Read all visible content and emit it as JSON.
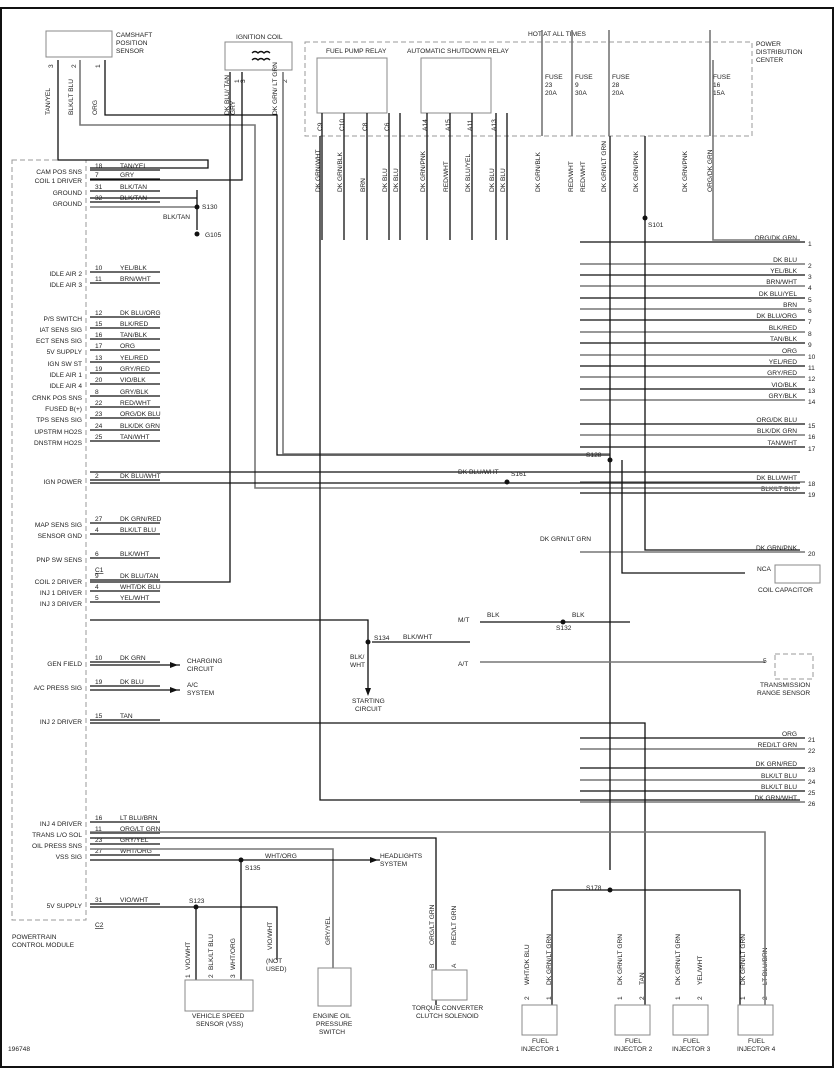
{
  "diagram_id": "196748",
  "components": {
    "camshaft_sensor": {
      "label": [
        "CAMSHAFT",
        "POSITION",
        "SENSOR"
      ],
      "pins": [
        {
          "pin": "3",
          "wire": "TAN/YEL"
        },
        {
          "pin": "2",
          "wire": "BLK/LT BLU"
        },
        {
          "pin": "1",
          "wire": "ORG"
        }
      ]
    },
    "ignition_coil": {
      "label": "IGNITION COIL",
      "pins": [
        {
          "pin": "1",
          "wire": "DK BLU/ TAN"
        },
        {
          "pin": "3",
          "wire": "GRY"
        },
        {
          "pin": "2",
          "wire": "DK GRN/ LT GRN"
        }
      ]
    },
    "fuel_pump_relay": {
      "label": "FUEL PUMP RELAY",
      "pins": [
        {
          "pin": "C9",
          "wire": "DK GRN/WHT"
        },
        {
          "pin": "C10",
          "wire": "DK GRN/BLK"
        },
        {
          "pin": "C8",
          "wire": "BRN"
        },
        {
          "pin": "C6",
          "wire": "DK BLU"
        },
        {
          "pin": "",
          "wire": "DK BLU"
        }
      ]
    },
    "asd_relay": {
      "label": "AUTOMATIC SHUTDOWN RELAY",
      "pins": [
        {
          "pin": "A14",
          "wire": "DK GRN/PNK"
        },
        {
          "pin": "A15",
          "wire": "RED/WHT"
        },
        {
          "pin": "A11",
          "wire": "DK BLU/YEL"
        },
        {
          "pin": "A13",
          "wire": "DK BLU"
        },
        {
          "pin": "",
          "wire": "DK BLU"
        }
      ]
    },
    "pdc": {
      "label": [
        "POWER",
        "DISTRIBUTION",
        "CENTER"
      ],
      "hot_label": "HOT AT ALL TIMES",
      "fuses": [
        {
          "name": "FUSE",
          "num": "23",
          "amps": "20A"
        },
        {
          "name": "FUSE",
          "num": "9",
          "amps": "30A"
        },
        {
          "name": "FUSE",
          "num": "28",
          "amps": "20A"
        },
        {
          "name": "FUSE",
          "num": "16",
          "amps": "15A"
        }
      ],
      "wires": [
        "DK GRN/BLK",
        "RED/WHT",
        "RED/WHT",
        "DK GRN/LT GRN",
        "DK GRN/PNK",
        "DK GRN/PNK",
        "ORG/DK GRN"
      ]
    },
    "pcm": {
      "label": [
        "POWERTRAIN",
        "CONTROL MODULE"
      ],
      "connector_c1": "C1",
      "connector_c2": "C2"
    },
    "vss": {
      "label": [
        "VEHICLE SPEED",
        "SENSOR (VSS)"
      ],
      "pins": [
        {
          "pin": "1",
          "wire": "VIO/WHT"
        },
        {
          "pin": "2",
          "wire": "BLK/LT BLU"
        },
        {
          "pin": "3",
          "wire": "WHT/ORG"
        }
      ],
      "unused_wire": "VIO/WHT",
      "unused_label": [
        "(NOT",
        "USED)"
      ]
    },
    "oil_switch": {
      "label": [
        "ENGINE OIL",
        "PRESSURE",
        "SWITCH"
      ],
      "wire": "GRY/YEL"
    },
    "tcc_solenoid": {
      "label": [
        "TORQUE CONVERTER",
        "CLUTCH SOLENOID"
      ],
      "pins": [
        {
          "pin": "B",
          "wire": "ORG/LT GRN"
        },
        {
          "pin": "A",
          "wire": "RED/LT GRN"
        }
      ]
    },
    "injectors": [
      {
        "label": [
          "FUEL",
          "INJECTOR 1"
        ],
        "pins": [
          {
            "pin": "2",
            "wire": "WHT/DK BLU"
          },
          {
            "pin": "1",
            "wire": "DK GRN/LT GRN"
          }
        ]
      },
      {
        "label": [
          "FUEL",
          "INJECTOR 2"
        ],
        "pins": [
          {
            "pin": "1",
            "wire": "DK GRN/LT GRN"
          },
          {
            "pin": "2",
            "wire": "TAN"
          }
        ]
      },
      {
        "label": [
          "FUEL",
          "INJECTOR 3"
        ],
        "pins": [
          {
            "pin": "1",
            "wire": "DK GRN/LT GRN"
          },
          {
            "pin": "2",
            "wire": "YEL/WHT"
          }
        ]
      },
      {
        "label": [
          "FUEL",
          "INJECTOR 4"
        ],
        "pins": [
          {
            "pin": "1",
            "wire": "DK GRN/LT GRN"
          },
          {
            "pin": "2",
            "wire": "LT BLU/BRN"
          }
        ]
      }
    ],
    "coil_capacitor": {
      "label": "COIL CAPACITOR",
      "nca": "NCA",
      "wire": "DK GRN/LT GRN"
    },
    "trs": {
      "label": [
        "TRANSMISSION",
        "RANGE SENSOR"
      ],
      "pin": "5",
      "wire": "BLK/WHT"
    },
    "mt_label": "M/T",
    "at_label": "A/T",
    "charging": [
      "CHARGING",
      "CIRCUIT"
    ],
    "ac_system": [
      "A/C",
      "SYSTEM"
    ],
    "starting": [
      "STARTING",
      "CIRCUIT"
    ],
    "headlights": [
      "HEADLIGHTS",
      "SYSTEM"
    ]
  },
  "splices": {
    "S130": "S130",
    "G105": "G105",
    "S101": "S101",
    "S161": "S161",
    "S128": "S128",
    "S134": "S134",
    "S132": "S132",
    "S135": "S135",
    "S123": "S123",
    "S178": "S178"
  },
  "misc_labels": {
    "s130_wire": "BLK/TAN",
    "s161_wire": "DK BLU/WHT",
    "s128_wire": "DK GRN/LT GRN",
    "s134_wire": "BLK/WHT",
    "s134_down": [
      "BLK/",
      "WHT"
    ],
    "s132_left": "BLK",
    "s132_right": "BLK",
    "s135_wire": "WHT/ORG"
  },
  "pcm_pins": [
    {
      "label": "CAM POS SNS",
      "pin": "18",
      "wire": "TAN/YEL"
    },
    {
      "label": "COIL 1 DRIVER",
      "pin": "7",
      "wire": "GRY"
    },
    {
      "label": "GROUND",
      "pin": "31",
      "wire": "BLK/TAN"
    },
    {
      "label": "GROUND",
      "pin": "32",
      "wire": "BLK/TAN"
    },
    {
      "label": "IDLE AIR 2",
      "pin": "10",
      "wire": "YEL/BLK"
    },
    {
      "label": "IDLE AIR 3",
      "pin": "11",
      "wire": "BRN/WHT"
    },
    {
      "label": "P/S SWITCH",
      "pin": "12",
      "wire": "DK BLU/ORG"
    },
    {
      "label": "IAT SENS SIG",
      "pin": "15",
      "wire": "BLK/RED"
    },
    {
      "label": "ECT SENS SIG",
      "pin": "16",
      "wire": "TAN/BLK"
    },
    {
      "label": "5V SUPPLY",
      "pin": "17",
      "wire": "ORG"
    },
    {
      "label": "IGN SW ST",
      "pin": "13",
      "wire": "YEL/RED"
    },
    {
      "label": "IDLE AIR 1",
      "pin": "19",
      "wire": "GRY/RED"
    },
    {
      "label": "IDLE AIR 4",
      "pin": "20",
      "wire": "VIO/BLK"
    },
    {
      "label": "CRNK POS SNS",
      "pin": "8",
      "wire": "GRY/BLK"
    },
    {
      "label": "FUSED B(+)",
      "pin": "22",
      "wire": "RED/WHT"
    },
    {
      "label": "TPS SENS SIG",
      "pin": "23",
      "wire": "ORG/DK BLU"
    },
    {
      "label": "UPSTRM HO2S",
      "pin": "24",
      "wire": "BLK/DK GRN"
    },
    {
      "label": "DNSTRM HO2S",
      "pin": "25",
      "wire": "TAN/WHT"
    },
    {
      "label": "IGN POWER",
      "pin": "2",
      "wire": "DK BLU/WHT"
    },
    {
      "label": "MAP SENS SIG",
      "pin": "27",
      "wire": "DK GRN/RED"
    },
    {
      "label": "SENSOR GND",
      "pin": "4",
      "wire": "BLK/LT BLU"
    },
    {
      "label": "PNP SW SENS",
      "pin": "6",
      "wire": "BLK/WHT"
    },
    {
      "label": "COIL 2 DRIVER",
      "pin": "9",
      "wire": "DK BLU/TAN"
    },
    {
      "label": "INJ 1 DRIVER",
      "pin": "4",
      "wire": "WHT/DK BLU"
    },
    {
      "label": "INJ 3 DRIVER",
      "pin": "5",
      "wire": "YEL/WHT"
    },
    {
      "label": "GEN FIELD",
      "pin": "10",
      "wire": "DK GRN"
    },
    {
      "label": "A/C PRESS SIG",
      "pin": "19",
      "wire": "DK BLU"
    },
    {
      "label": "INJ 2 DRIVER",
      "pin": "15",
      "wire": "TAN"
    },
    {
      "label": "INJ 4 DRIVER",
      "pin": "16",
      "wire": "LT BLU/BRN"
    },
    {
      "label": "TRANS L/O SOL",
      "pin": "11",
      "wire": "ORG/LT GRN"
    },
    {
      "label": "OIL PRESS SNS",
      "pin": "23",
      "wire": "GRY/YEL"
    },
    {
      "label": "VSS SIG",
      "pin": "27",
      "wire": "WHT/ORG"
    },
    {
      "label": "5V SUPPLY",
      "pin": "31",
      "wire": "VIO/WHT"
    }
  ],
  "right_connector": [
    {
      "pin": "1",
      "wire": "ORG/DK GRN"
    },
    {
      "pin": "2",
      "wire": "DK BLU"
    },
    {
      "pin": "3",
      "wire": "YEL/BLK"
    },
    {
      "pin": "4",
      "wire": "BRN/WHT"
    },
    {
      "pin": "5",
      "wire": "DK BLU/YEL"
    },
    {
      "pin": "6",
      "wire": "BRN"
    },
    {
      "pin": "7",
      "wire": "DK BLU/ORG"
    },
    {
      "pin": "8",
      "wire": "BLK/RED"
    },
    {
      "pin": "9",
      "wire": "TAN/BLK"
    },
    {
      "pin": "10",
      "wire": "ORG"
    },
    {
      "pin": "11",
      "wire": "YEL/RED"
    },
    {
      "pin": "12",
      "wire": "GRY/RED"
    },
    {
      "pin": "13",
      "wire": "VIO/BLK"
    },
    {
      "pin": "14",
      "wire": "GRY/BLK"
    },
    {
      "pin": "15",
      "wire": "ORG/DK BLU"
    },
    {
      "pin": "16",
      "wire": "BLK/DK GRN"
    },
    {
      "pin": "17",
      "wire": "TAN/WHT"
    },
    {
      "pin": "18",
      "wire": "DK BLU/WHT"
    },
    {
      "pin": "19",
      "wire": "BLK/LT BLU"
    },
    {
      "pin": "20",
      "wire": "DK GRN/PNK"
    },
    {
      "pin": "21",
      "wire": "ORG"
    },
    {
      "pin": "22",
      "wire": "RED/LT GRN"
    },
    {
      "pin": "23",
      "wire": "DK GRN/RED"
    },
    {
      "pin": "24",
      "wire": "BLK/LT BLU"
    },
    {
      "pin": "25",
      "wire": "BLK/LT BLU"
    },
    {
      "pin": "26",
      "wire": "DK GRN/WHT"
    }
  ]
}
